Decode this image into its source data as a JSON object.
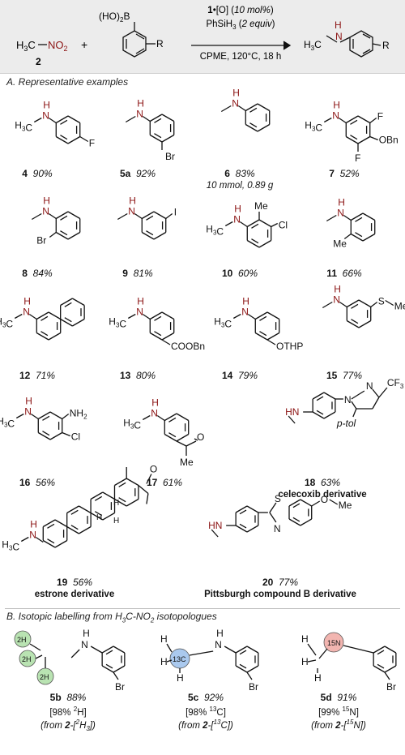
{
  "header": {
    "reactant_formula": "H3C–NO2",
    "reactant_number": "2",
    "plus": "+",
    "boronic_label": "(HO)2B",
    "boronic_r": "R",
    "condition_catalyst": "1•[O] (10 mol%)",
    "condition_silane": "PhSiH3 (2 equiv)",
    "condition_solvent": "CPME, 120°C, 18 h",
    "product_r": "R"
  },
  "section_a": {
    "title": "A. Representative examples"
  },
  "section_b": {
    "title": "B. Isotopic labelling from H3C-NO2 isotopologues"
  },
  "compounds": [
    {
      "id": "4",
      "yield": "90%",
      "note": ""
    },
    {
      "id": "5a",
      "yield": "92%",
      "note": ""
    },
    {
      "id": "6",
      "yield": "83%",
      "note": "10 mmol, 0.89 g"
    },
    {
      "id": "7",
      "yield": "52%",
      "note": ""
    },
    {
      "id": "8",
      "yield": "84%",
      "note": ""
    },
    {
      "id": "9",
      "yield": "81%",
      "note": ""
    },
    {
      "id": "10",
      "yield": "60%",
      "note": ""
    },
    {
      "id": "11",
      "yield": "66%",
      "note": ""
    },
    {
      "id": "12",
      "yield": "71%",
      "note": ""
    },
    {
      "id": "13",
      "yield": "80%",
      "note": ""
    },
    {
      "id": "14",
      "yield": "79%",
      "note": ""
    },
    {
      "id": "15",
      "yield": "77%",
      "note": ""
    },
    {
      "id": "16",
      "yield": "56%",
      "note": ""
    },
    {
      "id": "17",
      "yield": "61%",
      "note": ""
    },
    {
      "id": "18",
      "yield": "63%",
      "note": "celecoxib derivative"
    },
    {
      "id": "19",
      "yield": "56%",
      "note": "estrone derivative"
    },
    {
      "id": "20",
      "yield": "77%",
      "note": "Pittsburgh compound B derivative"
    }
  ],
  "isotopes": [
    {
      "id": "5b",
      "yield": "88%",
      "purity": "[98% 2H]",
      "source": "(from 2-[2H3])"
    },
    {
      "id": "5c",
      "yield": "92%",
      "purity": "[98% 13C]",
      "source": "(from 2-[13C])"
    },
    {
      "id": "5d",
      "yield": "91%",
      "purity": "[99% 15N]",
      "source": "(from 2-[15N])"
    }
  ],
  "substituents": {
    "F": "F",
    "Br": "Br",
    "I": "I",
    "Cl": "Cl",
    "Me": "Me",
    "OBn": "OBn",
    "COOBn": "COOBn",
    "OTHP": "OTHP",
    "SMe": "S",
    "SMe_me": "Me",
    "NH2": "NH2",
    "CF3": "CF3",
    "ptol": "p-tol",
    "OMe": "O",
    "OMe_me": "Me",
    "O": "O",
    "S": "S",
    "N": "N",
    "H": "H",
    "D": "2H",
    "C13": "13C",
    "N15": "15N"
  },
  "colors": {
    "amine": "#8b1212",
    "deuterium": "#b9e3b2",
    "carbon13": "#aac9ee",
    "nitrogen15": "#f2b5b0"
  }
}
